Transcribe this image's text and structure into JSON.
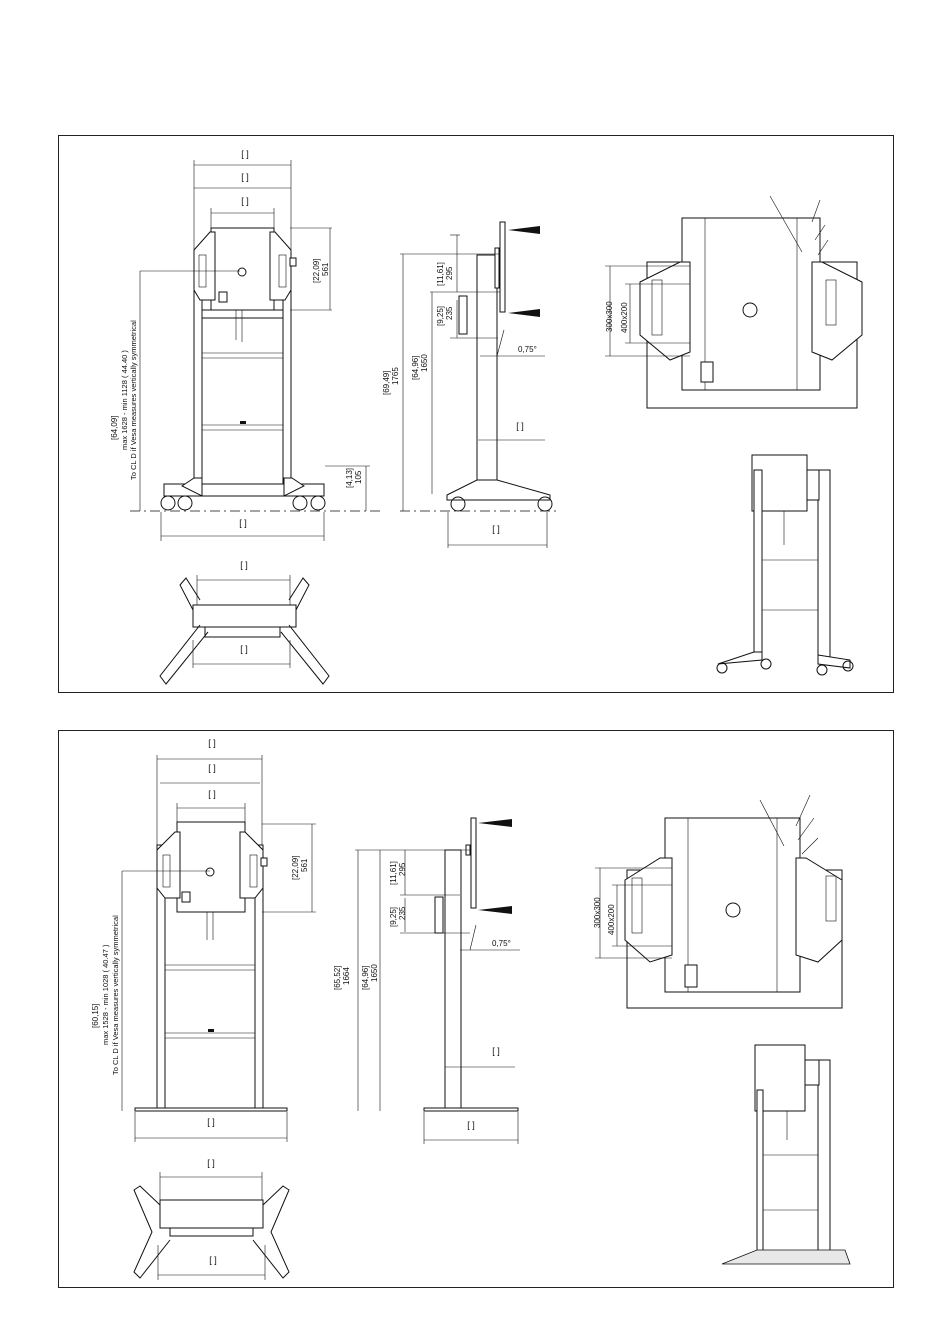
{
  "panel_top": {
    "front": {
      "dim_top": "[   ]",
      "dim_mid": "[   ]",
      "dim_plate": "[   ]",
      "dim_base": "[   ]",
      "plate_bracket": "[22,09]",
      "plate_value": "561",
      "foot_bracket": "[4,13]",
      "foot_value": "105",
      "height_bracket": "[64,09]",
      "height_line1": "max   1628  - min 1128 ( 44.40 )",
      "height_line2": "To CL D if Vesa measures vertically symmetrical"
    },
    "side": {
      "upper_bracket": "[11,61]",
      "upper_value": "295",
      "lower_bracket": "[9,25]",
      "lower_value": "235",
      "total_bracket": "[69,49]",
      "total_value": "1765",
      "mid_bracket": "[64,96]",
      "mid_value": "1650",
      "tilt": "0,75°",
      "dim_offset": "[   ]",
      "dim_base": "[   ]"
    },
    "vesa": {
      "outer": "300x300",
      "inner": "400x200"
    },
    "top_view": {
      "dim_top": "[   ]",
      "dim_bottom": "[   ]"
    }
  },
  "panel_bottom": {
    "front": {
      "dim_top": "[   ]",
      "dim_mid": "[   ]",
      "dim_plate": "[   ]",
      "dim_base": "[   ]",
      "plate_bracket": "[22,09]",
      "plate_value": "561",
      "height_bracket": "[60,15]",
      "height_line1": "max   1528  - min 1028 ( 40.47 )",
      "height_line2": "To CL D if Vesa measures vertically symmetrical"
    },
    "side": {
      "upper_bracket": "[11,61]",
      "upper_value": "295",
      "lower_bracket": "[9,25]",
      "lower_value": "235",
      "total_bracket": "[65,52]",
      "total_value": "1664",
      "mid_bracket": "[64,96]",
      "mid_value": "1650",
      "tilt": "0,75°",
      "dim_offset": "[   ]",
      "dim_base": "[   ]"
    },
    "vesa": {
      "outer": "300x300",
      "inner": "400x200"
    },
    "top_view": {
      "dim_top": "[   ]",
      "dim_bottom": "[   ]"
    }
  }
}
